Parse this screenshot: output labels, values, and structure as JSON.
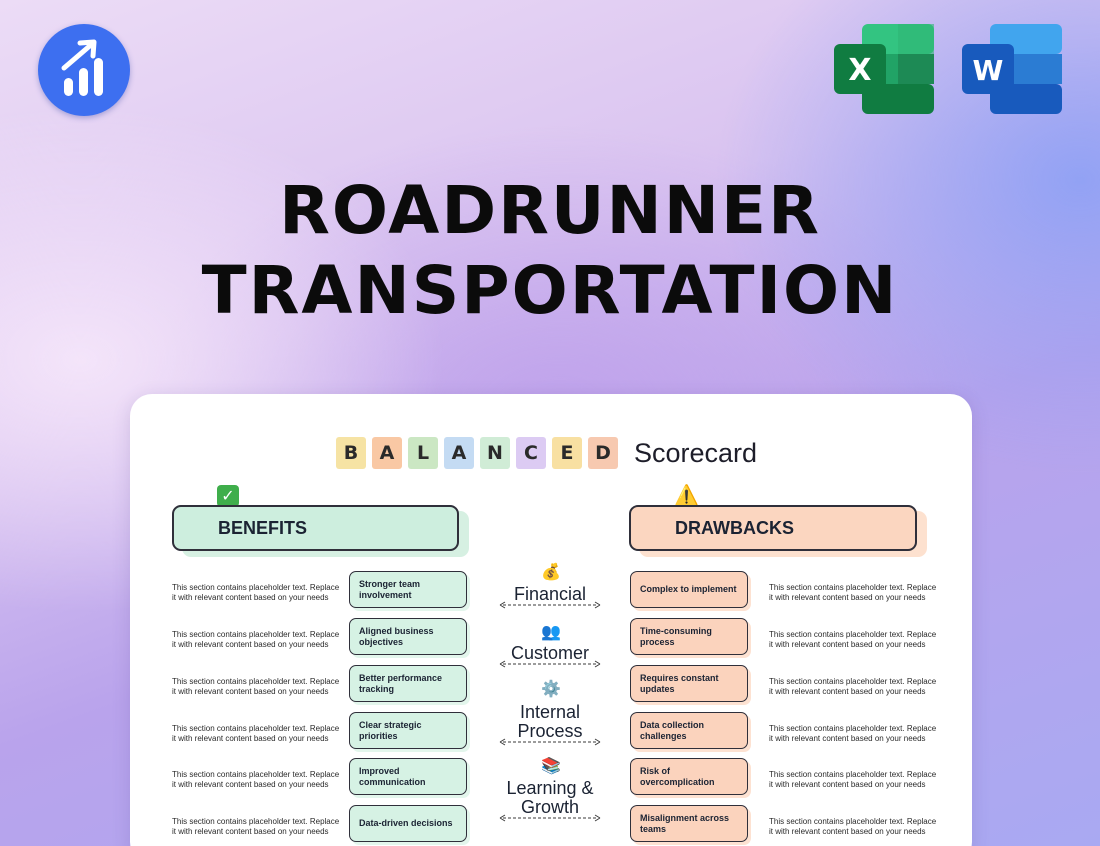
{
  "brand": {
    "logo_icon": "bar-chart-growth-icon",
    "accent": "#3d6ff0"
  },
  "apps": [
    {
      "letter": "X",
      "icon": "excel-icon",
      "color": "#1f7244"
    },
    {
      "letter": "W",
      "icon": "word-icon",
      "color": "#2b5fcf"
    }
  ],
  "headline": {
    "line1": "ROADRUNNER",
    "line2": "TRANSPORTATION"
  },
  "scorecard": {
    "title_letters": [
      {
        "char": "B",
        "color": "#f6e3a4"
      },
      {
        "char": "A",
        "color": "#f9c8a4"
      },
      {
        "char": "L",
        "color": "#cbe7c3"
      },
      {
        "char": "A",
        "color": "#c4dbf3"
      },
      {
        "char": "N",
        "color": "#d0ecd6"
      },
      {
        "char": "C",
        "color": "#dccbf3"
      },
      {
        "char": "E",
        "color": "#f8e0a2"
      },
      {
        "char": "D",
        "color": "#f7c9b0"
      }
    ],
    "title_word": "Scorecard",
    "benefits": {
      "heading": "BENEFITS",
      "icon": "check-mark-icon",
      "items": [
        {
          "label": "Stronger team involvement",
          "description": "This section contains placeholder text. Replace it with relevant content based on your needs"
        },
        {
          "label": "Aligned business objectives",
          "description": "This section contains placeholder text. Replace it with relevant content based on your needs"
        },
        {
          "label": "Better performance tracking",
          "description": "This section contains placeholder text. Replace it with relevant content based on your needs"
        },
        {
          "label": "Clear strategic priorities",
          "description": "This section contains placeholder text. Replace it with relevant content based on your needs"
        },
        {
          "label": "Improved communication",
          "description": "This section contains placeholder text. Replace it with relevant content based on your needs"
        },
        {
          "label": "Data-driven decisions",
          "description": "This section contains placeholder text. Replace it with relevant content based on your needs"
        }
      ]
    },
    "drawbacks": {
      "heading": "DRAWBACKS",
      "icon": "warning-icon",
      "items": [
        {
          "label": "Complex to implement",
          "description": "This section contains placeholder text. Replace it with relevant content based on your needs"
        },
        {
          "label": "Time-consuming process",
          "description": "This section contains placeholder text. Replace it with relevant content based on your needs"
        },
        {
          "label": "Requires constant updates",
          "description": "This section contains placeholder text. Replace it with relevant content based on your needs"
        },
        {
          "label": "Data collection challenges",
          "description": "This section contains placeholder text. Replace it with relevant content based on your needs"
        },
        {
          "label": "Risk of overcomplication",
          "description": "This section contains placeholder text. Replace it with relevant content based on your needs"
        },
        {
          "label": "Misalignment across teams",
          "description": "This section contains placeholder text. Replace it with relevant content based on your needs"
        }
      ]
    },
    "perspectives": [
      {
        "label": "Financial",
        "icon": "money-bag-icon"
      },
      {
        "label": "Customer",
        "icon": "people-icon"
      },
      {
        "label": "Internal Process",
        "icon": "gear-icon"
      },
      {
        "label": "Learning & Growth",
        "icon": "books-icon"
      }
    ]
  }
}
